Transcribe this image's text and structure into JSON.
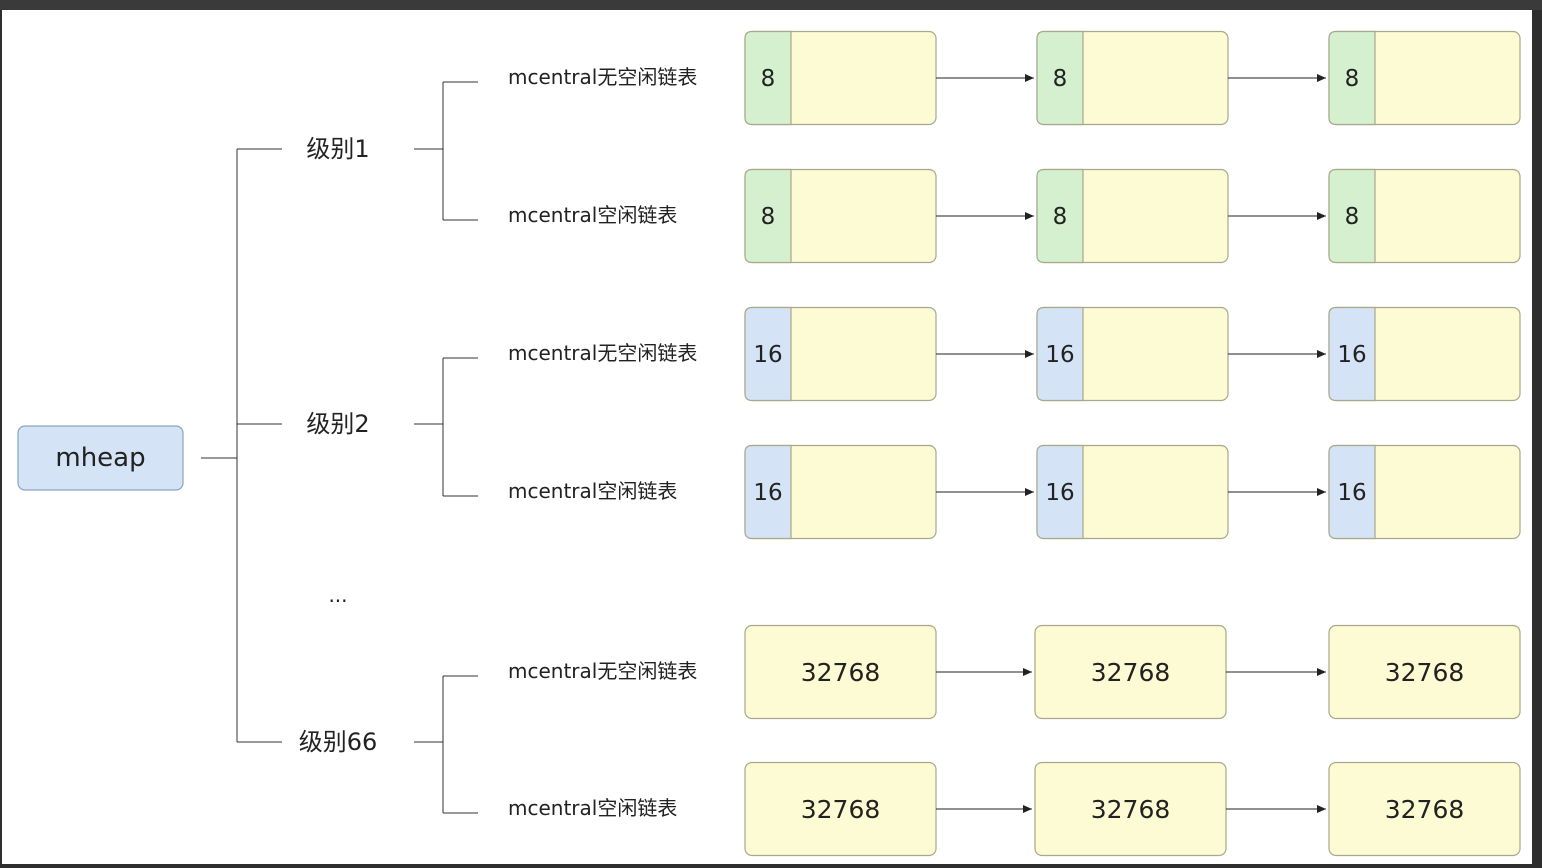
{
  "root": {
    "label": "mheap"
  },
  "levels": [
    {
      "label": "级别1",
      "lists": [
        {
          "label": "mcentral无空闲链表",
          "type": "split",
          "nodes": [
            "8",
            "8",
            "8"
          ],
          "tag_color": "#d5f0cf"
        },
        {
          "label": "mcentral空闲链表",
          "type": "split",
          "nodes": [
            "8",
            "8",
            "8"
          ],
          "tag_color": "#d5f0cf"
        }
      ]
    },
    {
      "label": "级别2",
      "lists": [
        {
          "label": "mcentral无空闲链表",
          "type": "split",
          "nodes": [
            "16",
            "16",
            "16"
          ],
          "tag_color": "#d4e3f5"
        },
        {
          "label": "mcentral空闲链表",
          "type": "split",
          "nodes": [
            "16",
            "16",
            "16"
          ],
          "tag_color": "#d4e3f5"
        }
      ]
    },
    {
      "label": "级别66",
      "lists": [
        {
          "label": "mcentral无空闲链表",
          "type": "full",
          "nodes": [
            "32768",
            "32768",
            "32768"
          ]
        },
        {
          "label": "mcentral空闲链表",
          "type": "full",
          "nodes": [
            "32768",
            "32768",
            "32768"
          ]
        }
      ]
    }
  ],
  "ellipsis": "...",
  "colors": {
    "node_fill": "#fdfbd3",
    "node_stroke": "#a8a88a",
    "root_fill": "#d4e3f5",
    "root_stroke": "#8aa4c4",
    "line": "#333333",
    "arrow": "#222222",
    "text": "#222222"
  }
}
